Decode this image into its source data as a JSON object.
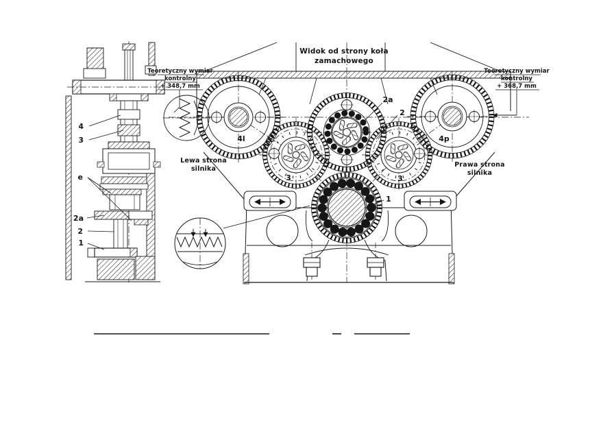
{
  "meta": {
    "background_color": "#ffffff",
    "ink_color": "#161616"
  },
  "title": {
    "line1": "Widok od strony koła",
    "line2": "zamachowego"
  },
  "dimension_notes": {
    "left": {
      "line1": "Teoretyczny wymiar",
      "line2": "kontrolny",
      "line3": "+ 348,7 mm"
    },
    "right": {
      "line1": "Teoretyczny wymiar",
      "line2": "kontrolny",
      "line3": "+ 368,7 mm"
    }
  },
  "engine_side_labels": {
    "left": {
      "line1": "Lewa strona",
      "line2": "silnika"
    },
    "right": {
      "line1": "Prawa strona",
      "line2": "silnika"
    }
  },
  "section_view_labels": {
    "l4": "4",
    "l3": "3",
    "le": "e",
    "l2a": "2a",
    "l2": "2",
    "l1": "1"
  },
  "gear_labels": {
    "left_cam": "4l",
    "right_cam": "4p",
    "left_idler": "3",
    "right_idler": "3",
    "roller_ring": "2a",
    "center_gear": "2",
    "crank_gear": "1"
  }
}
